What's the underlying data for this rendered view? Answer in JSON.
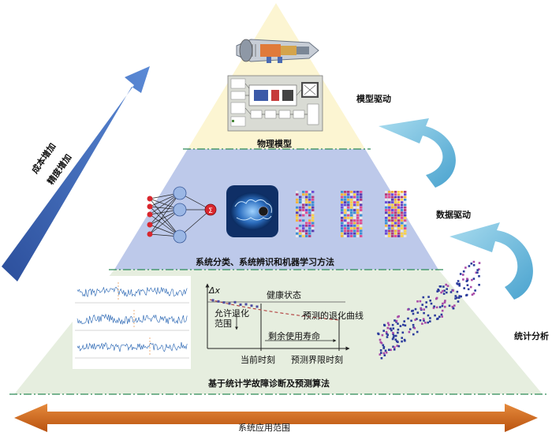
{
  "tiers": {
    "top": {
      "side_label": "模型驱动",
      "caption": "物理模型"
    },
    "middle": {
      "side_label": "数据驱动",
      "caption": "系统分类、系统辨识和机器学习方法"
    },
    "bottom": {
      "side_label": "统计分析",
      "caption": "基于统计学故障诊断及预测算法"
    }
  },
  "arrows": {
    "diagonal_labels": [
      "成本增加",
      "精度增加"
    ],
    "bottom_label": "系统应用范围"
  },
  "degradation_chart": {
    "y_axis_label": "Δx",
    "health_state": "健康状态",
    "allowed_region": [
      "允许退化",
      "范围"
    ],
    "predicted_curve": "预测的退化曲线",
    "rul": "剩余使用寿命",
    "current_time": "当前时刻",
    "predicted_limit_time": "预测界限时刻"
  },
  "colors": {
    "top_fill": "#fcf5d2",
    "middle_fill": "#bdc9ea",
    "bottom_fill": "#e6eedf",
    "tier_divider": "#2e8b57",
    "up_arrow": "#3a66b8",
    "bottom_arrow": "#d2661a",
    "curved_arrow": "#7fc3e0"
  }
}
